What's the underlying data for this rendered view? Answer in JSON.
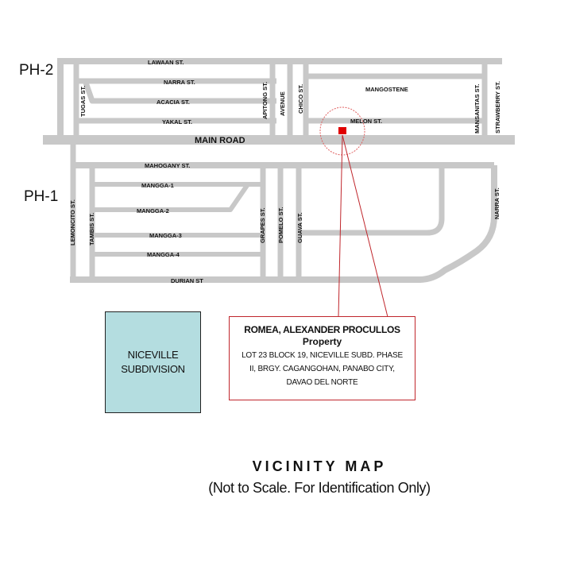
{
  "phases": {
    "ph2": "PH-2",
    "ph1": "PH-1"
  },
  "streets": {
    "lawaan": "LAWAAN ST.",
    "narra_north": "NARRA ST.",
    "acacia": "ACACIA ST.",
    "yakal": "YAKAL ST.",
    "mangostene": "MANGOSTENE",
    "melon": "MELON ST.",
    "main_road": "MAIN ROAD",
    "mahogany": "MAHOGANY ST.",
    "mangga_1": "MANGGA-1",
    "mangga_2": "MANGGA-2",
    "mangga_3": "MANGGA-3",
    "mangga_4": "MANGGA-4",
    "durian": "DURIAN ST",
    "tugas": "TUGAS ST.",
    "apitong": "APITONG ST.",
    "avenue": "AVENUE",
    "chico": "CHICO ST.",
    "mansanitas": "MANSANITAS ST.",
    "strawberry": "STRAWBERRY ST.",
    "lemoncito": "LEMONCITO ST.",
    "tambis": "TAMBIS ST.",
    "grapes": "GRAPES ST.",
    "pomelo": "POMELO ST.",
    "guava": "GUAVA ST.",
    "narra_south": "NARRA ST."
  },
  "subdivision_box": {
    "line1": "NICEVILLE",
    "line2": "SUBDIVISION"
  },
  "property_box": {
    "owner": "ROMEA, ALEXANDER PROCULLOS",
    "label": "Property",
    "address": "LOT 23 BLOCK 19, NICEVILLE  SUBD. PHASE\nII, BRGY. CAGANGOHAN,  PANABO CITY,\nDAVAO DEL NORTE"
  },
  "title": "VICINITY MAP",
  "subtitle": "(Not to Scale. For Identification Only)",
  "colors": {
    "road": "#c8c8c8",
    "marker": "#e00000",
    "callout": "#c0262c",
    "subdivision_fill": "#b4dde0"
  }
}
